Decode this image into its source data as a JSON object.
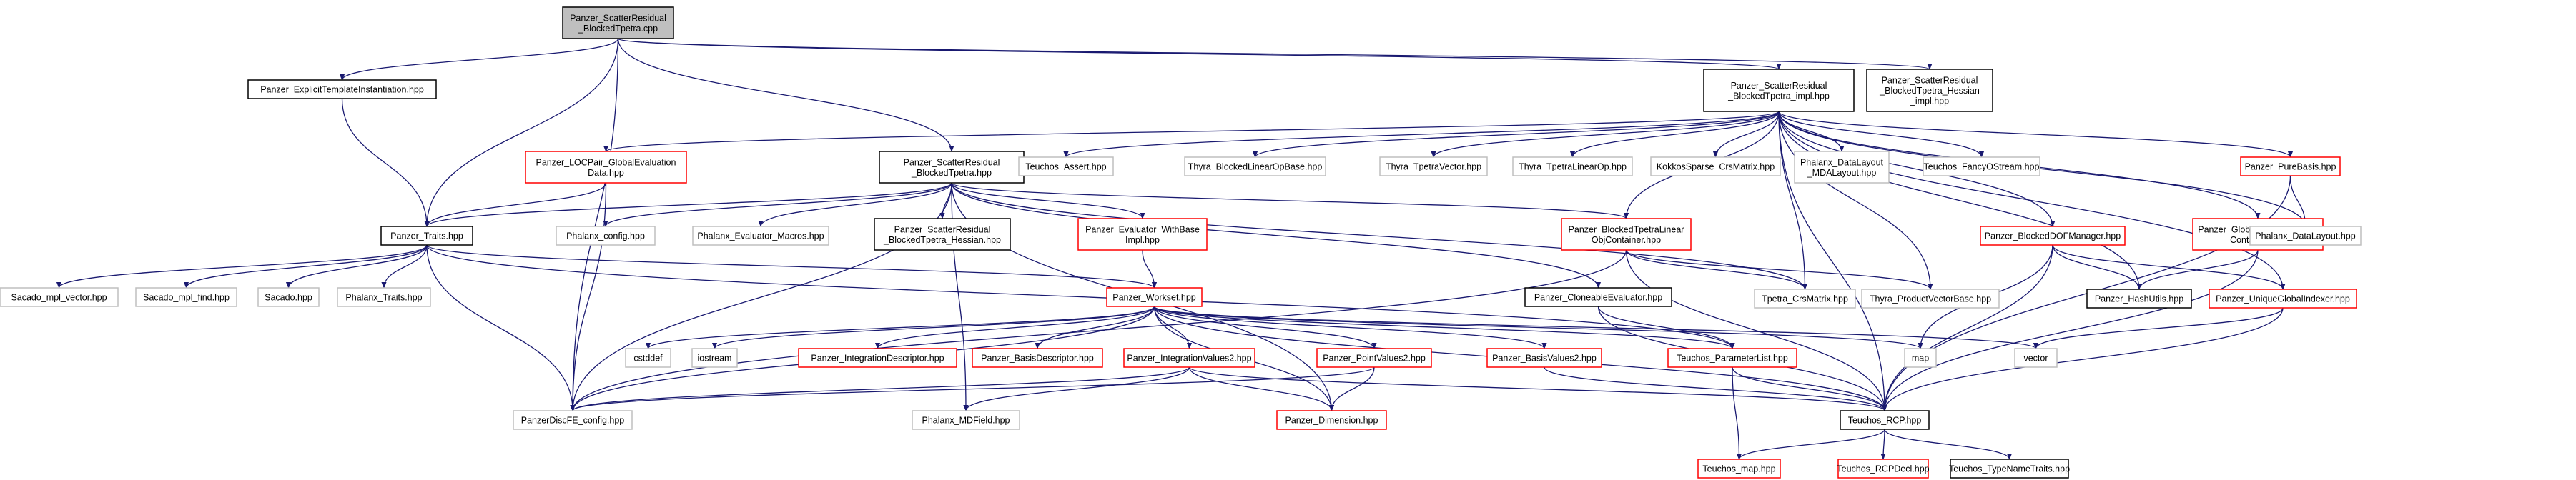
{
  "colors": {
    "edge": "#191970",
    "root_fill": "#bfbfbf",
    "border_black": "#000000",
    "border_red": "#ff0000",
    "border_gray": "#bfbfbf",
    "background": "#ffffff"
  },
  "nodes": [
    {
      "id": "root",
      "lines": [
        "Panzer_ScatterResidual",
        "_BlockedTpetra.cpp"
      ],
      "style": "root"
    },
    {
      "id": "explicit",
      "lines": [
        "Panzer_ExplicitTemplateInstantiation.hpp"
      ],
      "style": "black"
    },
    {
      "id": "impl",
      "lines": [
        "Panzer_ScatterResidual",
        "_BlockedTpetra_impl.hpp"
      ],
      "style": "black"
    },
    {
      "id": "hessimpl",
      "lines": [
        "Panzer_ScatterResidual",
        "_BlockedTpetra_Hessian",
        "_impl.hpp"
      ],
      "style": "black"
    },
    {
      "id": "locpair",
      "lines": [
        "Panzer_LOCPair_GlobalEvaluation",
        "Data.hpp"
      ],
      "style": "red"
    },
    {
      "id": "scatterhpp",
      "lines": [
        "Panzer_ScatterResidual",
        "_BlockedTpetra.hpp"
      ],
      "style": "black"
    },
    {
      "id": "tassert",
      "lines": [
        "Teuchos_Assert.hpp"
      ],
      "style": "gray"
    },
    {
      "id": "thyrablo",
      "lines": [
        "Thyra_BlockedLinearOpBase.hpp"
      ],
      "style": "gray"
    },
    {
      "id": "thyratv",
      "lines": [
        "Thyra_TpetraVector.hpp"
      ],
      "style": "gray"
    },
    {
      "id": "thyratlo",
      "lines": [
        "Thyra_TpetraLinearOp.hpp"
      ],
      "style": "gray"
    },
    {
      "id": "kokkos",
      "lines": [
        "KokkosSparse_CrsMatrix.hpp"
      ],
      "style": "gray"
    },
    {
      "id": "phdl",
      "lines": [
        "Phalanx_DataLayout",
        "_MDALayout.hpp"
      ],
      "style": "gray"
    },
    {
      "id": "fancy",
      "lines": [
        "Teuchos_FancyOStream.hpp"
      ],
      "style": "gray"
    },
    {
      "id": "purebasis",
      "lines": [
        "Panzer_PureBasis.hpp"
      ],
      "style": "red"
    },
    {
      "id": "traits",
      "lines": [
        "Panzer_Traits.hpp"
      ],
      "style": "black"
    },
    {
      "id": "phconfig",
      "lines": [
        "Phalanx_config.hpp"
      ],
      "style": "gray"
    },
    {
      "id": "phmacros",
      "lines": [
        "Phalanx_Evaluator_Macros.hpp"
      ],
      "style": "gray"
    },
    {
      "id": "scatterhess",
      "lines": [
        "Panzer_ScatterResidual",
        "_BlockedTpetra_Hessian.hpp"
      ],
      "style": "black"
    },
    {
      "id": "evalwb",
      "lines": [
        "Panzer_Evaluator_WithBase",
        "Impl.hpp"
      ],
      "style": "red"
    },
    {
      "id": "btloc",
      "lines": [
        "Panzer_BlockedTpetraLinear",
        "ObjContainer.hpp"
      ],
      "style": "red"
    },
    {
      "id": "bdofm",
      "lines": [
        "Panzer_BlockedDOFManager.hpp"
      ],
      "style": "red"
    },
    {
      "id": "gedc",
      "lines": [
        "Panzer_GlobalEvaluationData",
        "Container.hpp"
      ],
      "style": "red"
    },
    {
      "id": "phdatalayout",
      "lines": [
        "Phalanx_DataLayout.hpp"
      ],
      "style": "gray"
    },
    {
      "id": "smv",
      "lines": [
        "Sacado_mpl_vector.hpp"
      ],
      "style": "gray"
    },
    {
      "id": "smf",
      "lines": [
        "Sacado_mpl_find.hpp"
      ],
      "style": "gray"
    },
    {
      "id": "sacado",
      "lines": [
        "Sacado.hpp"
      ],
      "style": "gray"
    },
    {
      "id": "phtraits",
      "lines": [
        "Phalanx_Traits.hpp"
      ],
      "style": "gray"
    },
    {
      "id": "workset",
      "lines": [
        "Panzer_Workset.hpp"
      ],
      "style": "red"
    },
    {
      "id": "cloneable",
      "lines": [
        "Panzer_CloneableEvaluator.hpp"
      ],
      "style": "black"
    },
    {
      "id": "tpetracrs",
      "lines": [
        "Tpetra_CrsMatrix.hpp"
      ],
      "style": "gray"
    },
    {
      "id": "thyrapvb",
      "lines": [
        "Thyra_ProductVectorBase.hpp"
      ],
      "style": "gray"
    },
    {
      "id": "hashutils",
      "lines": [
        "Panzer_HashUtils.hpp"
      ],
      "style": "black"
    },
    {
      "id": "ugi",
      "lines": [
        "Panzer_UniqueGlobalIndexer.hpp"
      ],
      "style": "red"
    },
    {
      "id": "cstddef",
      "lines": [
        "cstddef"
      ],
      "style": "gray"
    },
    {
      "id": "iostream",
      "lines": [
        "iostream"
      ],
      "style": "gray"
    },
    {
      "id": "intdesc",
      "lines": [
        "Panzer_IntegrationDescriptor.hpp"
      ],
      "style": "red"
    },
    {
      "id": "basisdesc",
      "lines": [
        "Panzer_BasisDescriptor.hpp"
      ],
      "style": "red"
    },
    {
      "id": "intvals",
      "lines": [
        "Panzer_IntegrationValues2.hpp"
      ],
      "style": "red"
    },
    {
      "id": "pointvals",
      "lines": [
        "Panzer_PointValues2.hpp"
      ],
      "style": "red"
    },
    {
      "id": "basisvals",
      "lines": [
        "Panzer_BasisValues2.hpp"
      ],
      "style": "red"
    },
    {
      "id": "paramlist",
      "lines": [
        "Teuchos_ParameterList.hpp"
      ],
      "style": "red"
    },
    {
      "id": "map",
      "lines": [
        "map"
      ],
      "style": "gray"
    },
    {
      "id": "vector",
      "lines": [
        "vector"
      ],
      "style": "gray"
    },
    {
      "id": "discfe",
      "lines": [
        "PanzerDiscFE_config.hpp"
      ],
      "style": "gray"
    },
    {
      "id": "mdfield",
      "lines": [
        "Phalanx_MDField.hpp"
      ],
      "style": "gray"
    },
    {
      "id": "dimension",
      "lines": [
        "Panzer_Dimension.hpp"
      ],
      "style": "red"
    },
    {
      "id": "rcp",
      "lines": [
        "Teuchos_RCP.hpp"
      ],
      "style": "black"
    },
    {
      "id": "tmap",
      "lines": [
        "Teuchos_map.hpp"
      ],
      "style": "red"
    },
    {
      "id": "rcpdecl",
      "lines": [
        "Teuchos_RCPDecl.hpp"
      ],
      "style": "red"
    },
    {
      "id": "typename",
      "lines": [
        "Teuchos_TypeNameTraits.hpp"
      ],
      "style": "black"
    }
  ]
}
